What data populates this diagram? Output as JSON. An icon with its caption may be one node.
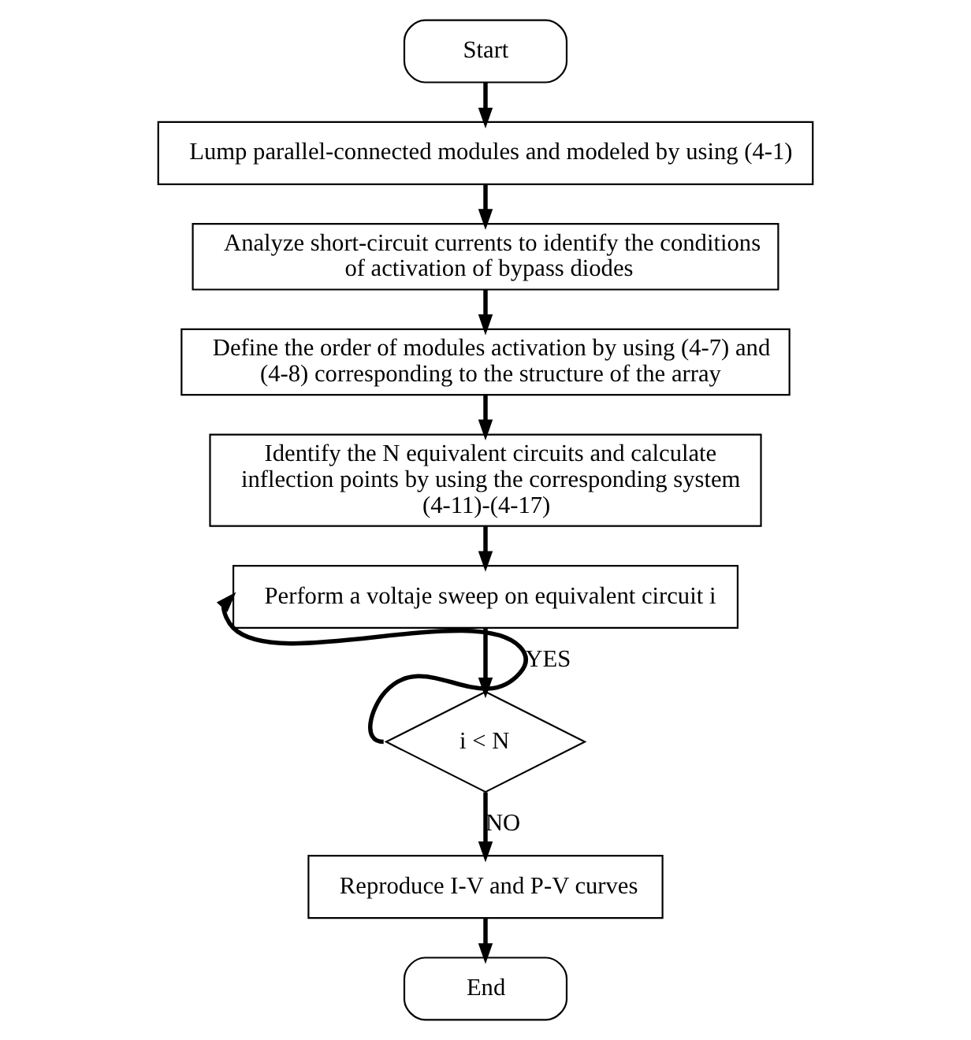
{
  "diagram": {
    "nodes": [
      {
        "text": [
          "Start"
        ]
      },
      {
        "text": [
          "Lump parallel-connected modules and modeled by using (4-1)"
        ]
      },
      {
        "text": [
          "Analyze short-circuit currents to identify the conditions of activation of bypass diodes"
        ]
      },
      {
        "text": [
          "Define the order of modules activation by using (4-7) and (4-8) corresponding to the structure of the array"
        ]
      },
      {
        "text": [
          "Identify the N equivalent circuits and calculate inflection points by using the corresponding system (4-11)-(4-17)"
        ]
      },
      {
        "text": [
          "Perform a voltaje sweep on equivalent circuit i"
        ]
      },
      {
        "text": [
          "i < N"
        ]
      },
      {
        "text": [
          "Reproduce I-V and P-V curves"
        ]
      },
      {
        "text": [
          "End"
        ]
      }
    ],
    "edges": [
      {
        "from": 0,
        "to": 1,
        "arrow": "to"
      },
      {
        "from": 1,
        "to": 2,
        "arrow": "to"
      },
      {
        "from": 2,
        "to": 3,
        "arrow": "to"
      },
      {
        "from": 3,
        "to": 4,
        "arrow": "to"
      },
      {
        "from": 4,
        "to": 5,
        "arrow": "to"
      },
      {
        "from": 5,
        "to": 6,
        "arrow": "to"
      },
      {
        "from": 6,
        "to": 5,
        "arrow": "to",
        "label": "YES"
      },
      {
        "from": 6,
        "to": 7,
        "arrow": "to",
        "label": "NO"
      },
      {
        "from": 7,
        "to": 8,
        "arrow": "to"
      }
    ]
  }
}
